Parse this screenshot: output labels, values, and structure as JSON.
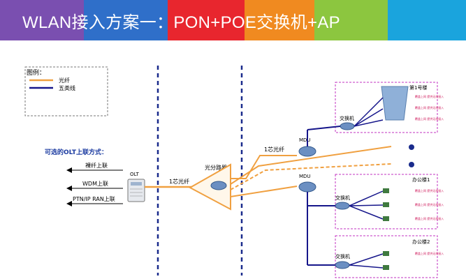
{
  "banner": {
    "title": "WLAN接入方案一：PON+POE交换机+AP",
    "colors": [
      "#7a4fb0",
      "#2f6fc9",
      "#e8262e",
      "#f08a20",
      "#8cc63f",
      "#1aa4dd"
    ]
  },
  "legend": {
    "title": "图例：",
    "fiber_label": "光纤",
    "cable_label": "五类线",
    "fiber_color": "#f0a040",
    "cable_color": "#15158a"
  },
  "uplink": {
    "title": "可选的OLT上联方式：",
    "items": [
      "裸纤上联",
      "WDM上联",
      "PTN/IP RAN上联"
    ]
  },
  "devices": {
    "olt": "OLT",
    "splitter": "光分路器",
    "mdu": "MDU",
    "switch": "交换机",
    "ap_text": "覆盖上网 提供无线接入"
  },
  "links": {
    "olt_fiber": "1芯光纤",
    "mdu_fiber": "1芯光纤"
  },
  "zones": {
    "building": "第1号楼",
    "office1": "办公楼1",
    "office2": "办公楼2"
  }
}
